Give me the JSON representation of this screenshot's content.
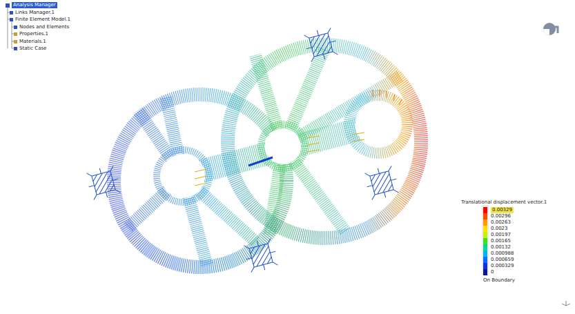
{
  "diagram": {
    "labels": [
      "Analysis Manager",
      "Links Manager.1",
      "Finite Element Model.1",
      "Nodes and Elements",
      "Properties.1",
      "Materials.1",
      "Static Case",
      "Translational displacement vector.1",
      "On Boundary"
    ],
    "legend": [
      {
        "text": "0.00329",
        "color": "#ff0000"
      },
      {
        "text": "0.00296",
        "color": "#ff4a00"
      },
      {
        "text": "0.00263",
        "color": "#ff9a00"
      },
      {
        "text": "0.0023",
        "color": "#ffe000"
      },
      {
        "text": "0.00197",
        "color": "#c8f000"
      },
      {
        "text": "0.00165",
        "color": "#40e020"
      },
      {
        "text": "0.00132",
        "color": "#00d8a0"
      },
      {
        "text": "0.000988",
        "color": "#00b8f0"
      },
      {
        "text": "0.000659",
        "color": "#0070ff"
      },
      {
        "text": "0.000329",
        "color": "#1030e0"
      },
      {
        "text": "0",
        "color": "#101890"
      }
    ]
  }
}
